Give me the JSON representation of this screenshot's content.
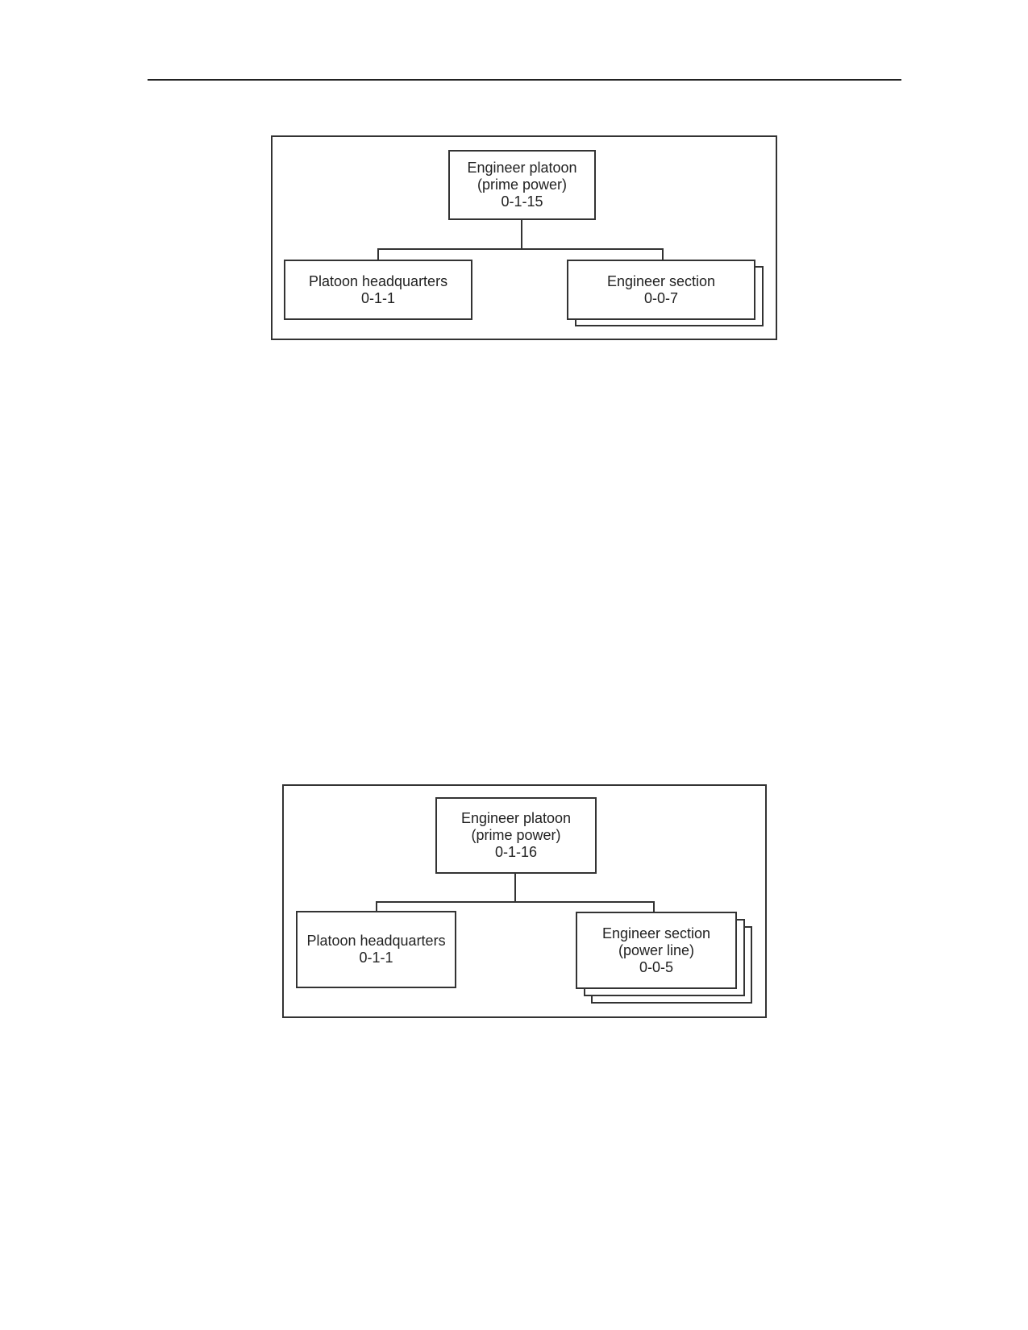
{
  "figures": [
    {
      "root": {
        "lines": [
          "Engineer platoon",
          "(prime power)",
          "0-1-15"
        ]
      },
      "left": {
        "lines": [
          "Platoon headquarters",
          "0-1-1"
        ]
      },
      "right": {
        "lines": [
          "Engineer section",
          "0-0-7"
        ],
        "stack_depth": 2
      }
    },
    {
      "root": {
        "lines": [
          "Engineer platoon",
          "(prime power)",
          "0-1-16"
        ]
      },
      "left": {
        "lines": [
          "Platoon headquarters",
          "0-1-1"
        ]
      },
      "right": {
        "lines": [
          "Engineer section",
          "(power line)",
          "0-0-5"
        ],
        "stack_depth": 3
      }
    }
  ]
}
